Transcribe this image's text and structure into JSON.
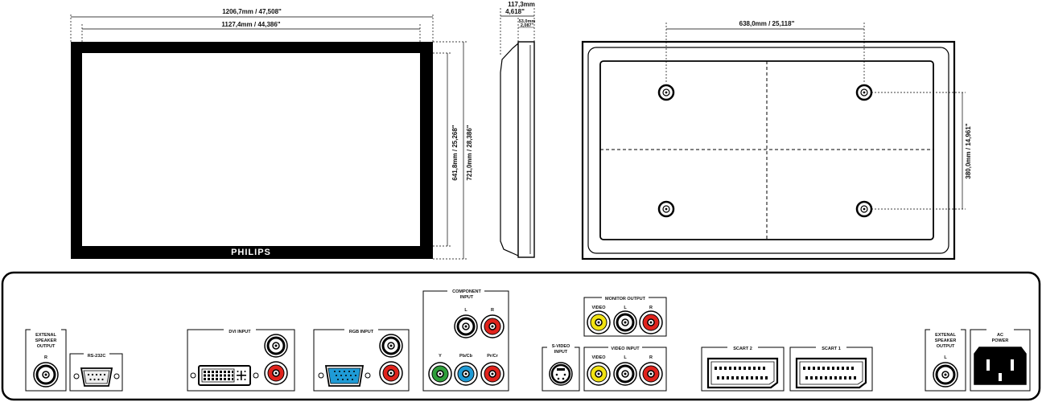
{
  "dimensions": {
    "front_outer_width": "1206,7mm / 47,508\"",
    "front_inner_width": "1127,4mm / 44,386\"",
    "front_inner_height": "641,8mm / 25,268\"",
    "front_outer_height": "721,0mm / 28,386\"",
    "side_depth": "117,3mm",
    "side_depth_in": "4,618\"",
    "side_small_mm": "53,0mm",
    "side_small_in": "2,087\"",
    "mount_horizontal": "638,0mm / 25,118\"",
    "mount_vertical": "380,0mm / 14,961\""
  },
  "brand": "PHILIPS",
  "panel": {
    "ext_speaker_left_title": [
      "EXTENAL",
      "SPEAKER",
      "OUTPUT"
    ],
    "ext_speaker_left_channel": "R",
    "rs232c": "RS-232C",
    "dvi_input": "DVI INPUT",
    "rgb_input": "RGB INPUT",
    "component_title": [
      "COMPONENT",
      "INPUT"
    ],
    "component_l": "L",
    "component_r": "R",
    "component_y": "Y",
    "component_pb": "Pb/Cb",
    "component_pr": "Pr/Cr",
    "monitor_output": "MONITOR OUTPUT",
    "monitor_video": "VIDEO",
    "monitor_l": "L",
    "monitor_r": "R",
    "svideo_title": [
      "S-VIDEO",
      "INPUT"
    ],
    "video_input": "VIDEO INPUT",
    "video_in_video": "VIDEO",
    "video_in_l": "L",
    "video_in_r": "R",
    "scart2": "SCART 2",
    "scart1": "SCART 1",
    "ext_speaker_right_title": [
      "EXTENAL",
      "SPEAKER",
      "OUTPUT"
    ],
    "ext_speaker_right_channel": "L",
    "ac_power": [
      "AC",
      "POWER"
    ]
  },
  "colors": {
    "red": "#e0231c",
    "yellow": "#f2e312",
    "green": "#2f9e3a",
    "blue": "#1f9bd6",
    "white": "#ffffff",
    "black": "#000000"
  }
}
